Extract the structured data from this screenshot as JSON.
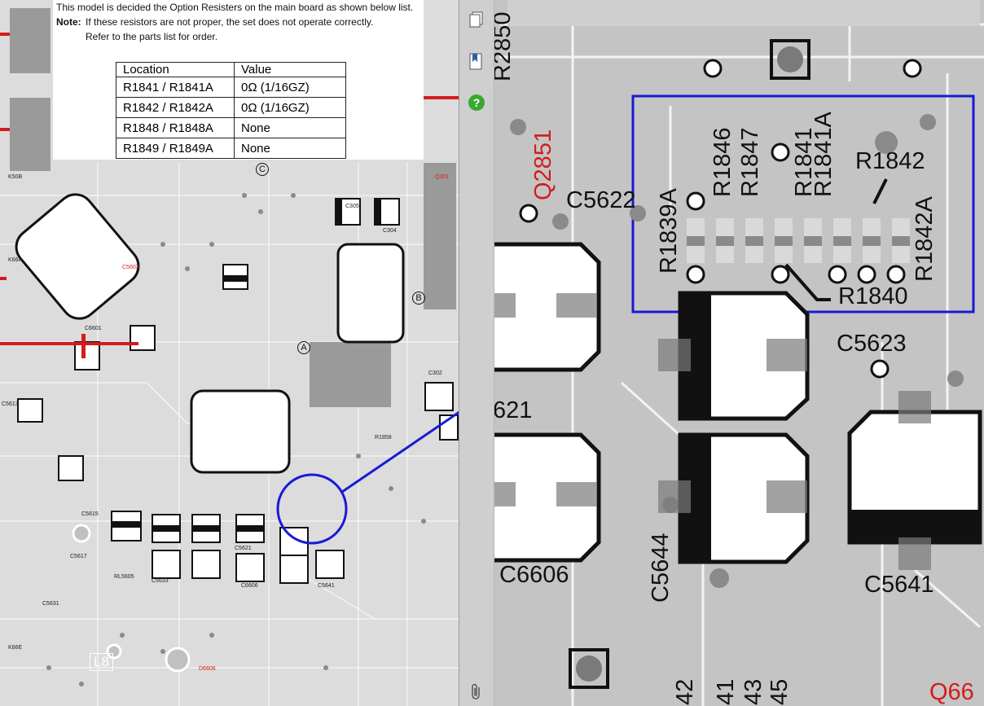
{
  "notice": {
    "line1": "This model is decided the Option Resisters on the main board as shown below list.",
    "note_label": "Note:",
    "line2": "If these resistors are not proper, the set does not operate correctly.",
    "line3": "Refer to the parts list for order."
  },
  "option_table": {
    "headers": [
      "Location",
      "Value"
    ],
    "rows": [
      {
        "location": "R1841 / R1841A",
        "value": "0Ω (1/16GZ)"
      },
      {
        "location": "R1842 / R1842A",
        "value": "0Ω (1/16GZ)"
      },
      {
        "location": "R1848 / R1848A",
        "value": "None"
      },
      {
        "location": "R1849 / R1849A",
        "value": "None"
      }
    ]
  },
  "board_labels": {
    "k50b": "K50B",
    "k66a": "K66A",
    "c6601": "C6601",
    "c5613": "C5613",
    "c5615": "C5615",
    "c5617": "C5617",
    "rl5605": "RL5605",
    "c5631": "C5631",
    "c5633": "C5633",
    "c5621": "C5621",
    "c5641": "C5641",
    "c5644": "C5644",
    "c6606": "C6606",
    "l8": "L8",
    "c305": "C305",
    "c304": "C304",
    "c302": "C302",
    "r1858": "R1858",
    "d6606": "D6606",
    "c5603": "C5603",
    "q301": "Q301",
    "k66e": "K66E",
    "marker_a": "A",
    "marker_b": "B",
    "marker_c": "C"
  },
  "zoom_labels": {
    "r2850": "R2850",
    "q2851": "Q2851",
    "c5622": "C5622",
    "r1839a": "R1839A",
    "r1846": "R1846",
    "r1847": "R1847",
    "r1841": "R1841",
    "r1841a": "R1841A",
    "r1842": "R1842",
    "r1842a": "R1842A",
    "r1840": "R1840",
    "c5623": "C5623",
    "c621": "621",
    "c5644": "C5644",
    "c6606": "C6606",
    "c5641": "C5641",
    "b42": "42",
    "b41": "41",
    "b43": "43",
    "b45": "45",
    "q66": "Q66"
  },
  "sidebar": {
    "icons": [
      "pages-icon",
      "bookmarks-icon",
      "help-icon",
      "attachment-icon"
    ],
    "help_glyph": "?"
  },
  "colors": {
    "highlight": "#1a1ad6",
    "accent_red": "#d41c1c",
    "board_bg": "#d9d9d9",
    "zoom_bg": "#c9c9c9"
  }
}
